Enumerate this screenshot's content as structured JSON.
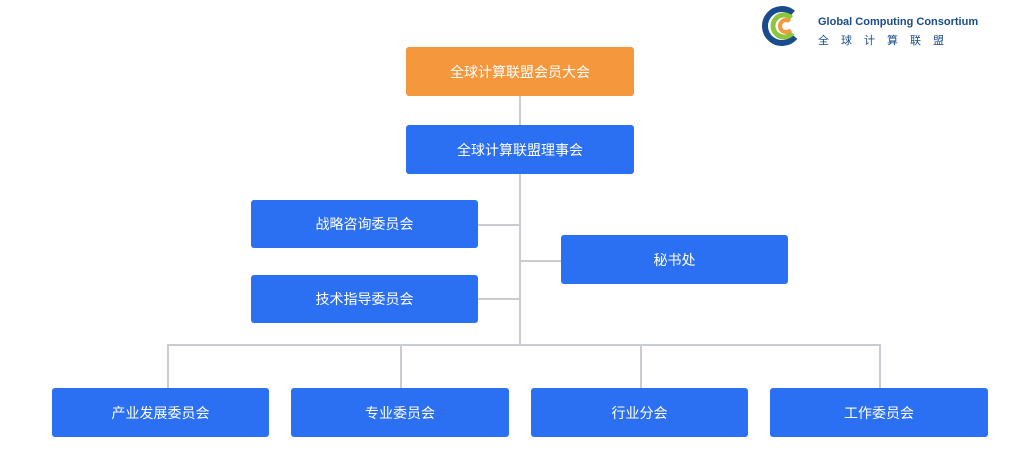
{
  "logo": {
    "english": "Global Computing Consortium",
    "chinese": "全球计算联盟"
  },
  "org": {
    "general_assembly": "全球计算联盟会员大会",
    "council": "全球计算联盟理事会",
    "strategy_committee": "战略咨询委员会",
    "technical_committee": "技术指导委员会",
    "secretariat": "秘书处",
    "industry_development_committee": "产业发展委员会",
    "professional_committee": "专业委员会",
    "industry_branch": "行业分会",
    "working_committee": "工作委员会"
  },
  "colors": {
    "top_box": "#f5973d",
    "box": "#2b6ff2",
    "connector": "#c9ccd2",
    "logo_text": "#1a4b8c"
  }
}
